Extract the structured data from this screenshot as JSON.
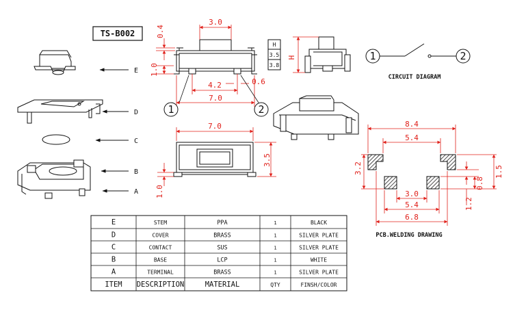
{
  "title": "TS-B002",
  "captions": {
    "circuit": "CIRCUIT DIAGRAM",
    "pcb": "PCB.WELDING DRAWING"
  },
  "terminals": {
    "t1": "1",
    "t2": "2"
  },
  "height_table": {
    "header": "H",
    "values": [
      "3.5",
      "3.8"
    ]
  },
  "top_view_dims": {
    "stem_width": "3.0",
    "top_gap": "0.4",
    "side_h": "1.0",
    "pin_spacing": "4.2",
    "pin_width": "0.6",
    "body_length": "7.0",
    "h_symbol": "H"
  },
  "side_view_dims": {
    "length": "7.0",
    "height": "3.5",
    "pin_h": "1.0"
  },
  "pcb_dims": {
    "overall": "8.4",
    "outer_pad": "5.4",
    "inner_x": "3.0",
    "inner_pad": "5.4",
    "bottom": "6.8",
    "pad_h": "3.2",
    "right_1_2": "1.2",
    "right_0_8": "0.8",
    "right_1_5": "1.5"
  },
  "explode_labels": [
    "E",
    "D",
    "C",
    "B",
    "A"
  ],
  "bom": {
    "rows": [
      {
        "item": "E",
        "description": "STEM",
        "material": "PPA",
        "qty": "1",
        "finish": "BLACK"
      },
      {
        "item": "D",
        "description": "COVER",
        "material": "BRASS",
        "qty": "1",
        "finish": "SILVER PLATE"
      },
      {
        "item": "C",
        "description": "CONTACT",
        "material": "SUS",
        "qty": "1",
        "finish": "SILVER PLATE"
      },
      {
        "item": "B",
        "description": "BASE",
        "material": "LCP",
        "qty": "1",
        "finish": "WHITE"
      },
      {
        "item": "A",
        "description": "TERMINAL",
        "material": "BRASS",
        "qty": "1",
        "finish": "SILVER PLATE"
      }
    ],
    "header": {
      "item": "ITEM",
      "description": "DESCRIPTION",
      "material": "MATERIAL",
      "qty": "QTY",
      "finish": "FINSH/COLOR"
    }
  }
}
